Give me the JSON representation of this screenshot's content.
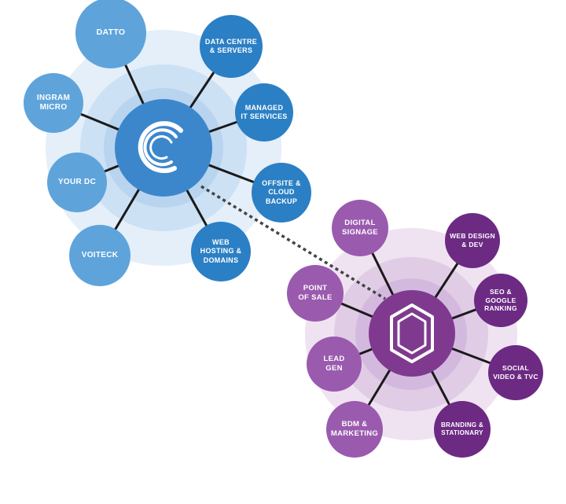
{
  "colors": {
    "halo_blue": "#e4eff9",
    "halo_purple": "#efe3f1",
    "hub_blue": "#3c87cc",
    "hub_purple": "#7f3a8f",
    "connector": "#1a1a1a",
    "dotted_link": "#444444",
    "icon_white": "#ffffff"
  },
  "left_cluster": {
    "hub_icon": "swirl-logo-icon",
    "nodes": [
      {
        "id": "datto",
        "label": "DATTO",
        "color": "#5fa3db"
      },
      {
        "id": "ingram-micro",
        "label": "INGRAM\nMICRO",
        "color": "#5fa3db"
      },
      {
        "id": "your-dc",
        "label": "YOUR DC",
        "color": "#5fa3db"
      },
      {
        "id": "voiteck",
        "label": "VOITECK",
        "color": "#5fa3db"
      },
      {
        "id": "data-centre",
        "label": "DATA CENTRE\n& SERVERS",
        "color": "#2b7fc4"
      },
      {
        "id": "managed-it",
        "label": "MANAGED\nIT SERVICES",
        "color": "#2b7fc4"
      },
      {
        "id": "offsite-backup",
        "label": "OFFSITE &\nCLOUD\nBACKUP",
        "color": "#2b7fc4"
      },
      {
        "id": "web-hosting",
        "label": "WEB\nHOSTING &\nDOMAINS",
        "color": "#2b7fc4"
      }
    ]
  },
  "right_cluster": {
    "hub_icon": "hexagon-logo-icon",
    "nodes": [
      {
        "id": "digital-signage",
        "label": "DIGITAL\nSIGNAGE",
        "color": "#9a5aae"
      },
      {
        "id": "point-of-sale",
        "label": "POINT\nOF SALE",
        "color": "#9a5aae"
      },
      {
        "id": "lead-gen",
        "label": "LEAD\nGEN",
        "color": "#9a5aae"
      },
      {
        "id": "bdm-marketing",
        "label": "BDM &\nMARKETING",
        "color": "#9a5aae"
      },
      {
        "id": "web-design",
        "label": "WEB DESIGN\n& DEV",
        "color": "#6c2a83"
      },
      {
        "id": "seo-google",
        "label": "SEO &\nGOOGLE\nRANKING",
        "color": "#6c2a83"
      },
      {
        "id": "social-video",
        "label": "SOCIAL\nVIDEO & TVC",
        "color": "#6c2a83"
      },
      {
        "id": "branding",
        "label": "BRANDING &\nSTATIONARY",
        "color": "#6c2a83"
      }
    ]
  }
}
